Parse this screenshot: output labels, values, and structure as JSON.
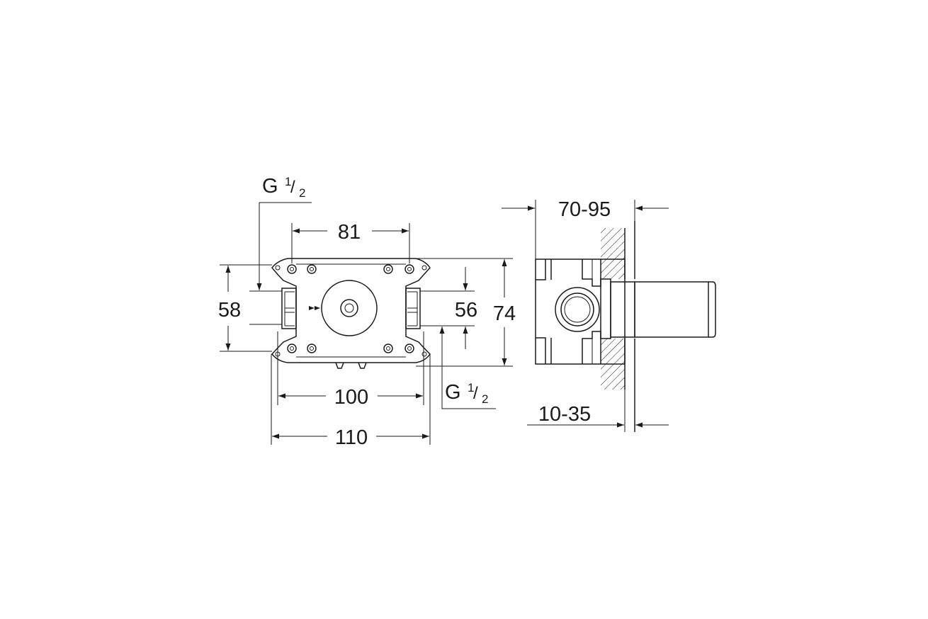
{
  "front_view": {
    "thread_top": {
      "letter": "G",
      "num": "1",
      "slash": "/",
      "den": "2"
    },
    "thread_bottom": {
      "letter": "G",
      "num": "1",
      "slash": "/",
      "den": "2"
    },
    "dim_81": "81",
    "dim_58": "58",
    "dim_56": "56",
    "dim_74": "74",
    "dim_100": "100",
    "dim_110": "110"
  },
  "side_view": {
    "dim_depth": "70-95",
    "dim_wall": "10-35"
  }
}
